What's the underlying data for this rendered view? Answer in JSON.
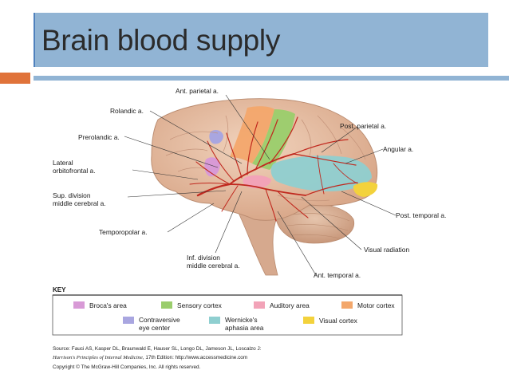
{
  "slide": {
    "title": "Brain blood supply"
  },
  "figure": {
    "labels": {
      "ant_parietal": "Ant. parietal a.",
      "rolandic": "Rolandic a.",
      "prerolandic": "Prerolandic a.",
      "lateral_orbitofrontal_1": "Lateral",
      "lateral_orbitofrontal_2": "orbitofrontal a.",
      "sup_division_1": "Sup. division",
      "sup_division_2": "middle cerebral a.",
      "temporopolar": "Temporopolar a.",
      "inf_division_1": "Inf. division",
      "inf_division_2": "middle cerebral a.",
      "post_parietal": "Post. parietal a.",
      "angular": "Angular a.",
      "post_temporal": "Post. temporal a.",
      "visual_radiation": "Visual radiation",
      "ant_temporal": "Ant. temporal a."
    },
    "key": {
      "title": "KEY",
      "items": [
        {
          "name": "broca",
          "label_1": "Broca's area",
          "label_2": "",
          "color": "#d89ad6"
        },
        {
          "name": "sensory",
          "label_1": "Sensory cortex",
          "label_2": "",
          "color": "#9acd6c"
        },
        {
          "name": "auditory",
          "label_1": "Auditory area",
          "label_2": "",
          "color": "#f2a3b8"
        },
        {
          "name": "motor",
          "label_1": "Motor cortex",
          "label_2": "",
          "color": "#f3a76b"
        },
        {
          "name": "contraversive",
          "label_1": "Contraversive",
          "label_2": "eye center",
          "color": "#a9a6e0"
        },
        {
          "name": "wernicke",
          "label_1": "Wernicke's",
          "label_2": "aphasia area",
          "color": "#8fcfd0"
        },
        {
          "name": "visual",
          "label_1": "Visual cortex",
          "label_2": "",
          "color": "#f3d23c"
        }
      ]
    },
    "source": {
      "line1": "Source: Fauci AS, Kasper DL, Braunwald E, Hauser SL, Longo DL, Jameson JL, Loscalzo J:",
      "line2_italic": "Harrison's Principles of Internal Medicine",
      "line2_rest": ", 17th Edition: http://www.accessmedicine.com",
      "line3": "Copyright © The McGraw-Hill Companies, Inc. All rights reserved."
    }
  },
  "colors": {
    "title_bar": "#91b4d4",
    "accent_orange": "#e0733a",
    "brain": "#e8c2a8",
    "artery": "#c0281e"
  }
}
